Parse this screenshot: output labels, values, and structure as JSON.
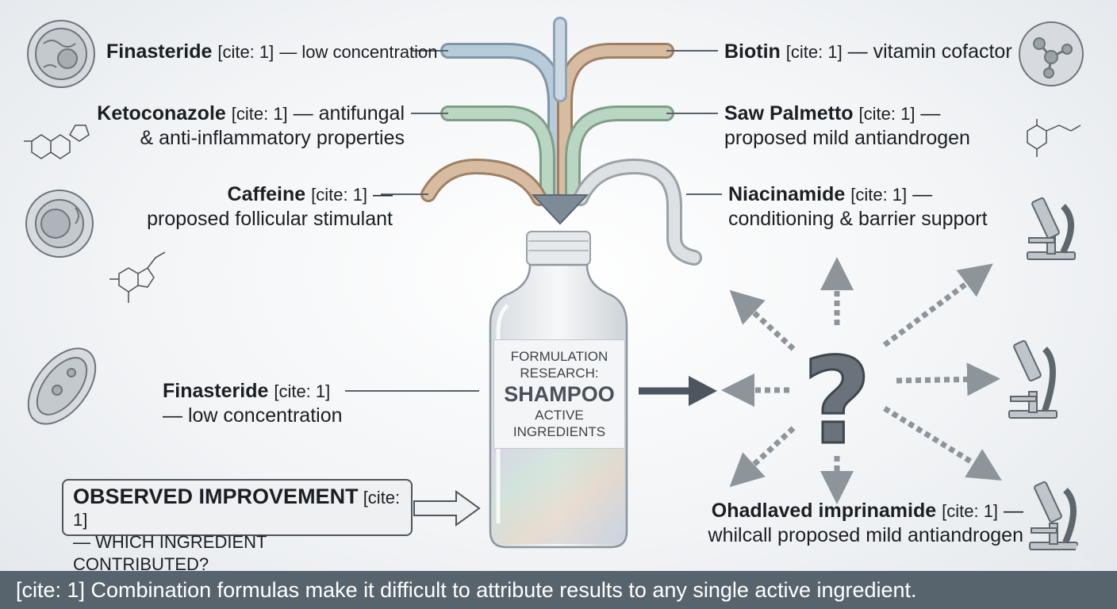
{
  "colors": {
    "footer_bg": "#58646d",
    "blue_pipe": "#a9bfd0",
    "orange_pipe": "#c7a888",
    "green_pipe": "#a9c7b3",
    "arrow_dark": "#4d565e"
  },
  "left_labels": [
    {
      "name": "Finasteride",
      "cite": "[cite: 1]",
      "desc": "— low concentration",
      "desc2": ""
    },
    {
      "name": "Ketoconazole",
      "cite": "[cite: 1]",
      "desc": "— antifungal",
      "desc2": "& anti-inflammatory properties"
    },
    {
      "name": "Caffeine",
      "cite": "[cite: 1]",
      "desc": "—",
      "desc2": "proposed follicular stimulant"
    },
    {
      "name": "Finasteride",
      "cite": "[cite: 1]",
      "desc": "",
      "desc2": "— low concentration"
    }
  ],
  "right_labels": [
    {
      "name": "Biotin",
      "cite": "[cite: 1]",
      "desc": "— vitamin cofactor",
      "desc2": ""
    },
    {
      "name": "Saw Palmetto",
      "cite": "[cite: 1]",
      "desc": "—",
      "desc2": "proposed mild antiandrogen"
    },
    {
      "name": "Niacinamide",
      "cite": "[cite: 1]",
      "desc": "—",
      "desc2": "conditioning & barrier support"
    },
    {
      "name": "Ohadlaved imprinamide",
      "cite": "[cite: 1]",
      "desc": "—",
      "desc2": "whilcall proposed mild antiandrogen"
    }
  ],
  "bottle": {
    "line1": "FORMULATION",
    "line2": "RESEARCH:",
    "line3": "SHAMPOO",
    "line4": "ACTIVE",
    "line5": "INGREDIENTS"
  },
  "observed": {
    "title": "OBSERVED IMPROVEMENT",
    "cite": "[cite: 1]",
    "sub": "— WHICH INGREDIENT CONTRIBUTED?"
  },
  "question_mark": "?",
  "footer": "[cite: 1] Combination formulas make it difficult to attribute results to any single active ingredient.",
  "icons": [
    "cell-icon",
    "molecule-structure-icon",
    "cell-icon",
    "caffeine-molecule-icon",
    "bacterium-icon",
    "molecule-network-icon",
    "molecule-structure-icon",
    "microscope-icon",
    "microscope-icon",
    "microscope-icon",
    "sparkle-icon"
  ]
}
